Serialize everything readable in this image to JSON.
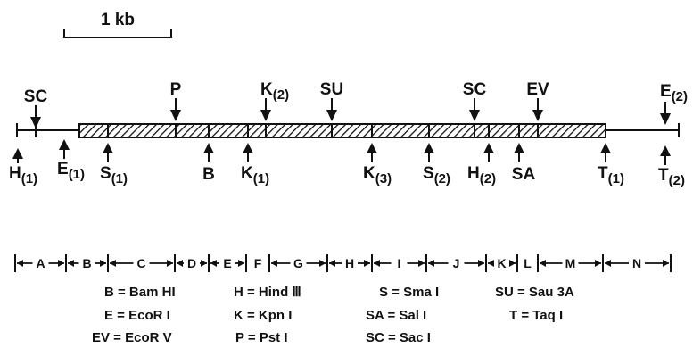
{
  "scale_bar": {
    "label": "1 kb"
  },
  "sites_above": [
    {
      "id": "sc-1",
      "label": "SC"
    },
    {
      "id": "p",
      "label": "P"
    },
    {
      "id": "k2",
      "label": "K",
      "sub": "(2)"
    },
    {
      "id": "su",
      "label": "SU"
    },
    {
      "id": "sc-2",
      "label": "SC"
    },
    {
      "id": "ev",
      "label": "EV"
    },
    {
      "id": "e2",
      "label": "E",
      "sub": "(2)"
    }
  ],
  "sites_below": [
    {
      "id": "h1",
      "label": "H",
      "sub": "(1)"
    },
    {
      "id": "e1",
      "label": "E",
      "sub": "(1)"
    },
    {
      "id": "s1",
      "label": "S",
      "sub": "(1)"
    },
    {
      "id": "b",
      "label": "B"
    },
    {
      "id": "k1",
      "label": "K",
      "sub": "(1)"
    },
    {
      "id": "k3",
      "label": "K",
      "sub": "(3)"
    },
    {
      "id": "s2",
      "label": "S",
      "sub": "(2)"
    },
    {
      "id": "h2",
      "label": "H",
      "sub": "(2)"
    },
    {
      "id": "sa",
      "label": "SA"
    },
    {
      "id": "t1",
      "label": "T",
      "sub": "(1)"
    },
    {
      "id": "t2",
      "label": "T",
      "sub": "(2)"
    }
  ],
  "segments": [
    "A",
    "B",
    "C",
    "D",
    "E",
    "F",
    "G",
    "H",
    "I",
    "J",
    "K",
    "L",
    "M",
    "N"
  ],
  "legend": [
    "B = Bam HI",
    "H = Hind Ⅲ",
    "S = Sma I",
    "SU = Sau 3A",
    "E = EcoR I",
    "K = Kpn I",
    "SA = Sal I",
    "T = Taq I",
    "EV = EcoR V",
    "P = Pst I",
    "SC = Sac I"
  ]
}
